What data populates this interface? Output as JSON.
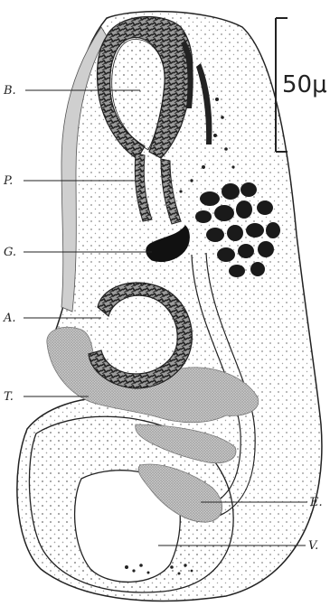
{
  "figure": {
    "scale_bar": {
      "label": "50μ"
    },
    "labels": {
      "b": "B.",
      "p": "P.",
      "g": "G.",
      "a": "A.",
      "t": "T.",
      "e": "E.",
      "v": "V."
    },
    "colors": {
      "ink": "#222222",
      "stipple": "#9a9a9a",
      "grey_tissue": "#b4b4b4",
      "background": "#ffffff"
    }
  }
}
